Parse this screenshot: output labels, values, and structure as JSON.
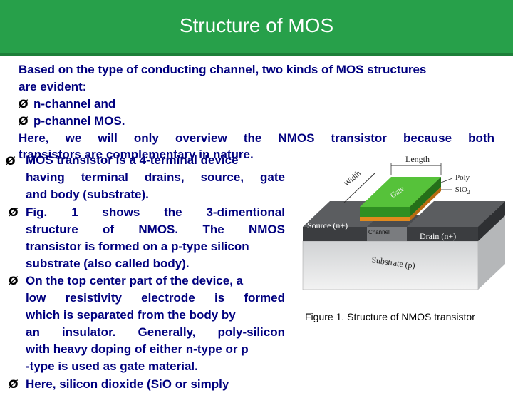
{
  "slide": {
    "title": "Structure of MOS"
  },
  "intro": {
    "line1": "Based on the type of conducting channel, two kinds of MOS structures",
    "line2": "are evident:",
    "item1": "n-channel and",
    "item2": "p-channel MOS.",
    "line3": "Here,  we  will  only  overview  the  NMOS  transistor  because  both",
    "line4": "transistors are complementary in nature."
  },
  "body": {
    "l1": "MOS transistor is a 4-terminal device",
    "l2": "having terminal drains, source, gate",
    "l3": "and body (substrate).",
    "l4": "Fig.   1   shows   the   3-dimentional",
    "l5": "structure   of   NMOS.   The   NMOS",
    "l6": "transistor is formed on a p-type silicon",
    "l7": "substrate (also called body).",
    "l8": "On the top center part of the device, a",
    "l9": "low   resistivity   electrode   is   formed",
    "l10": "which is separated from the body by",
    "l11": "an  insulator.  Generally,  poly-silicon",
    "l12": "with heavy doping of either n-type or p",
    "l13": "-type is used as gate material.",
    "l14": "Here,  silicon  dioxide  (SiO  or  simply"
  },
  "figure": {
    "labels": {
      "width": "Width",
      "length": "Length",
      "gate": "Gate",
      "poly": "Poly",
      "sio2": "-SiO",
      "sio2_sub": "2",
      "source": "Source (n+)",
      "channel": "Channel",
      "drain": "Drain (n+)",
      "substrate": "Substrate (p)"
    },
    "caption": "Figure 1. Structure of NMOS transistor"
  },
  "symbols": {
    "bullet": "Ø"
  },
  "colors": {
    "header": "#27a04a",
    "text": "#00007f",
    "gate": "#3fae2a",
    "oxide": "#e08a1e"
  }
}
